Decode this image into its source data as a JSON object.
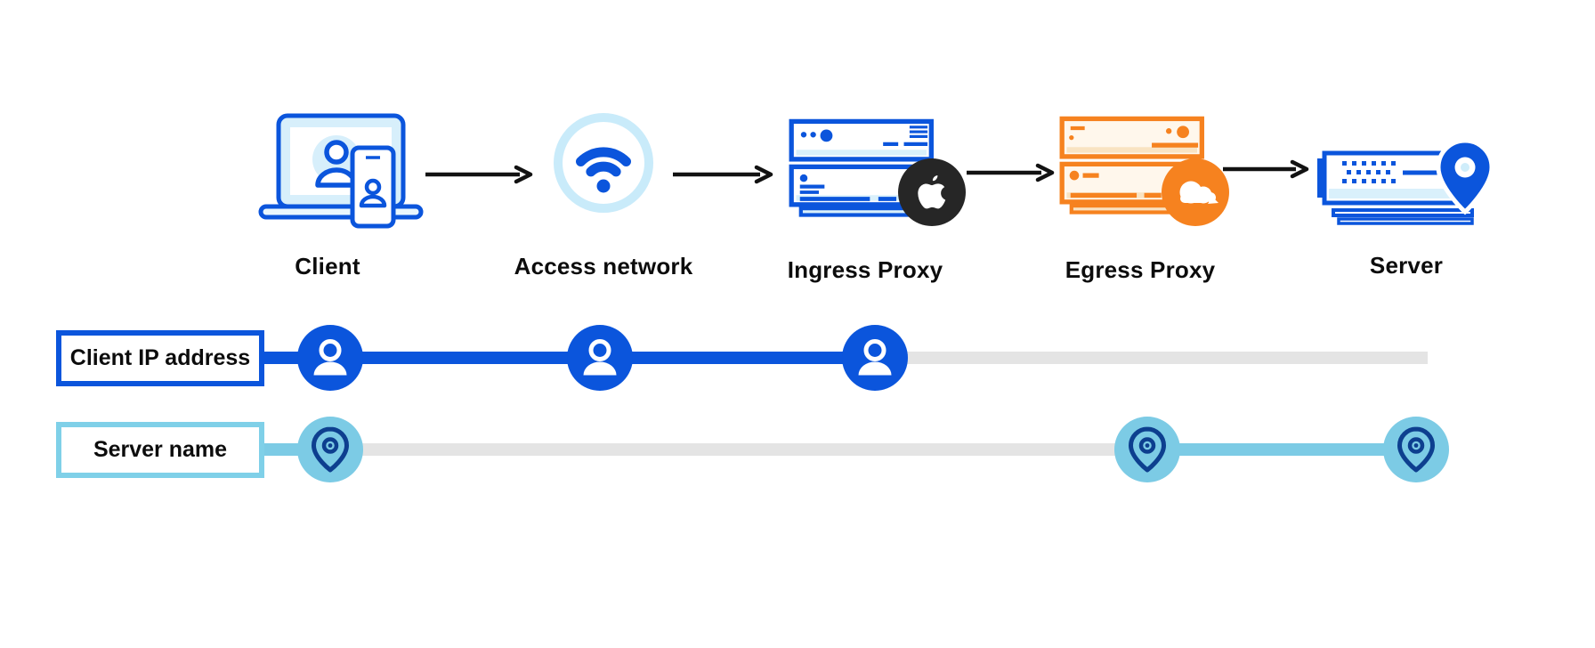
{
  "diagram": {
    "flow_nodes": [
      {
        "label": "Client",
        "icon": "laptop-user-icon"
      },
      {
        "label": "Access network",
        "icon": "wifi-icon"
      },
      {
        "label": "Ingress Proxy",
        "icon": "blue-server-stack-icon",
        "badge": "apple-logo"
      },
      {
        "label": "Egress Proxy",
        "icon": "orange-server-stack-icon",
        "badge": "cloudflare-logo"
      },
      {
        "label": "Server",
        "icon": "server-location-icon"
      }
    ],
    "timelines": [
      {
        "label": "Client IP address",
        "node_icon": "person-icon",
        "visible_at": [
          "Client",
          "Access network",
          "Ingress Proxy"
        ],
        "hidden_at": [
          "Egress Proxy",
          "Server"
        ]
      },
      {
        "label": "Server name",
        "node_icon": "location-pin-icon",
        "visible_at": [
          "Client",
          "Egress Proxy",
          "Server"
        ],
        "hidden_at": [
          "Access network",
          "Ingress Proxy"
        ]
      }
    ],
    "colors": {
      "primary_blue": "#0B55DC",
      "pale_blue": "#D9F0FB",
      "wifi_ring": "#C9EBFA",
      "cyan": "#7CCBE5",
      "cyan_border": "#7FD0E8",
      "navy_pin": "#0D3F8F",
      "orange": "#F6821F",
      "orange_pale": "#FFF7EC",
      "orange_band": "#F9E3C2",
      "track_gray": "#E4E4E4",
      "badge_black": "#262626",
      "arrow_black": "#121212"
    }
  }
}
